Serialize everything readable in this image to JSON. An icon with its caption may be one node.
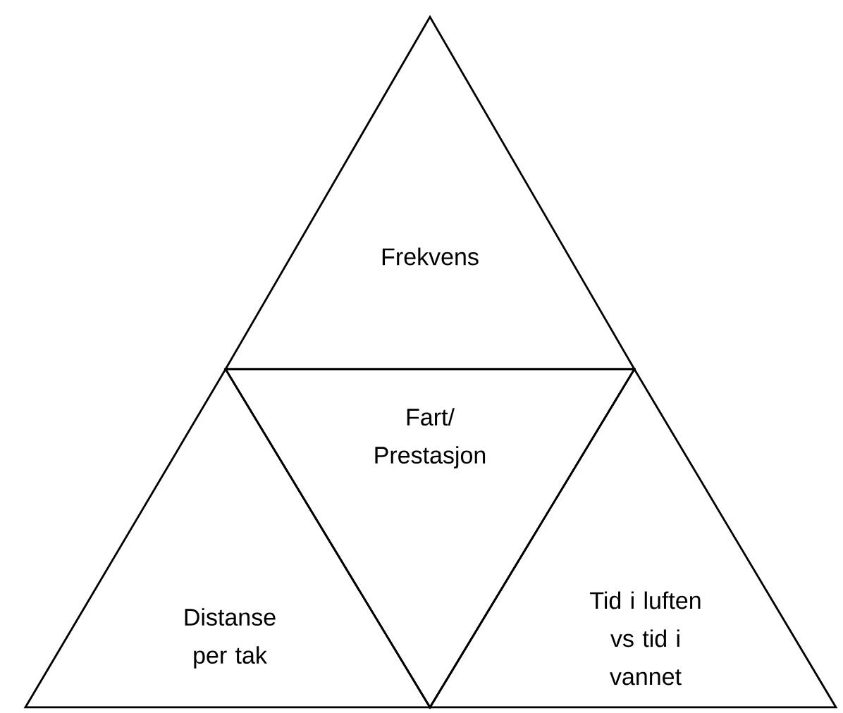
{
  "diagram": {
    "nodes": [
      {
        "text": [
          "Frekvens"
        ]
      },
      {
        "text": [
          "Fart/ Prestasjon"
        ]
      },
      {
        "text": [
          "Distanse per tak"
        ]
      },
      {
        "text": [
          "Tid i luften vs tid i vannet"
        ]
      }
    ]
  }
}
